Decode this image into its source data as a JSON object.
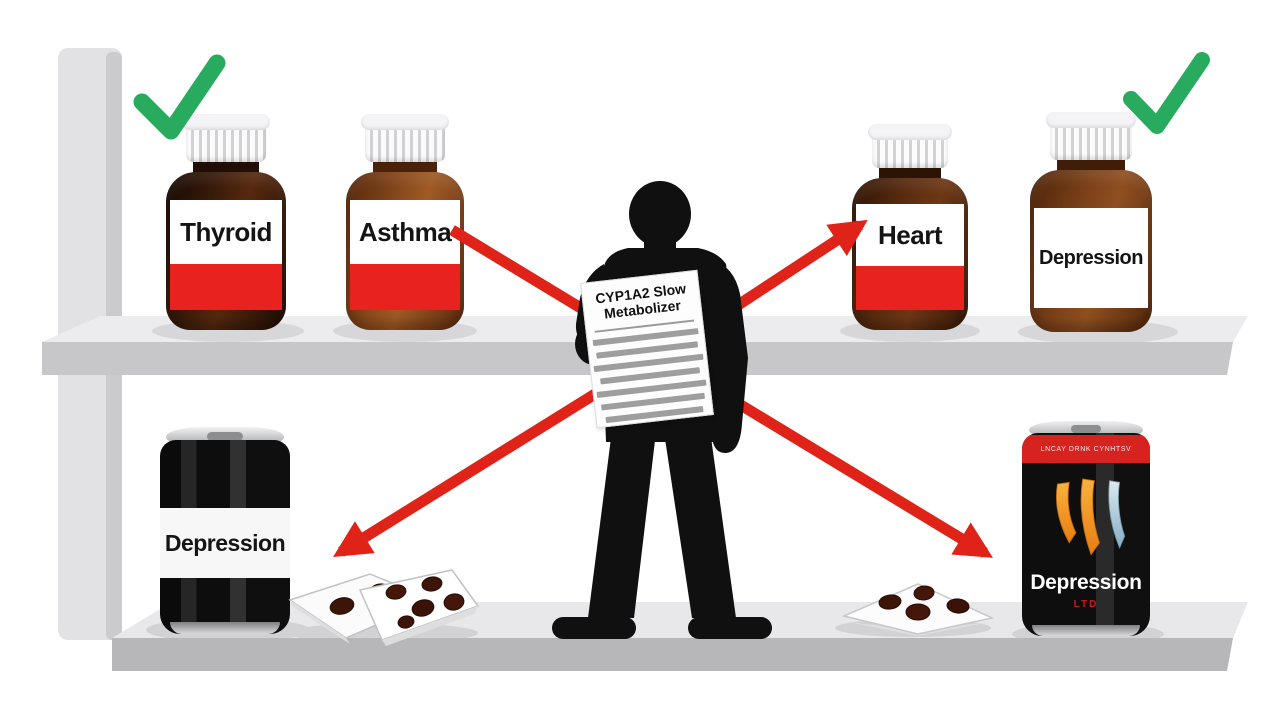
{
  "scene": {
    "description": "Pharmacogenomics illustration: man holding CYP1A2 slow metabolizer genetic report between shelves of medications; red arrows point to affected drugs and caffeine products, green checkmarks mark safe bottles",
    "colors": {
      "red": "#e02318",
      "red_band": "#e8221f",
      "green": "#28ab5e",
      "shelf_surface": "#ececee",
      "shelf_front": "#c7c7c9",
      "shelf_front_lower": "#b7b7b9",
      "shadow": "#d7d7d9"
    }
  },
  "top_shelf": {
    "bottles": [
      {
        "label": "Thyroid",
        "checkmark": true,
        "red_band": true
      },
      {
        "label": "Asthma",
        "checkmark": false,
        "red_band": true
      },
      {
        "label": "Heart",
        "checkmark": false,
        "red_band": true
      },
      {
        "label": "Depression",
        "checkmark": true,
        "red_band": false
      }
    ]
  },
  "person": {
    "document": {
      "title_line1": "CYP1A2 Slow",
      "title_line2": "Metabolizer",
      "body_line_widths": [
        92,
        88,
        94,
        86,
        94,
        90,
        84
      ]
    }
  },
  "bottom_shelf": {
    "soda_can": {
      "label": "Depression"
    },
    "energy_can": {
      "band_text": "LNCAY DRNK CYNHTSV",
      "label": "Depression",
      "sub_label": "LTD"
    },
    "pill_packets_left_count": 2,
    "pill_packet_right_count": 1
  }
}
